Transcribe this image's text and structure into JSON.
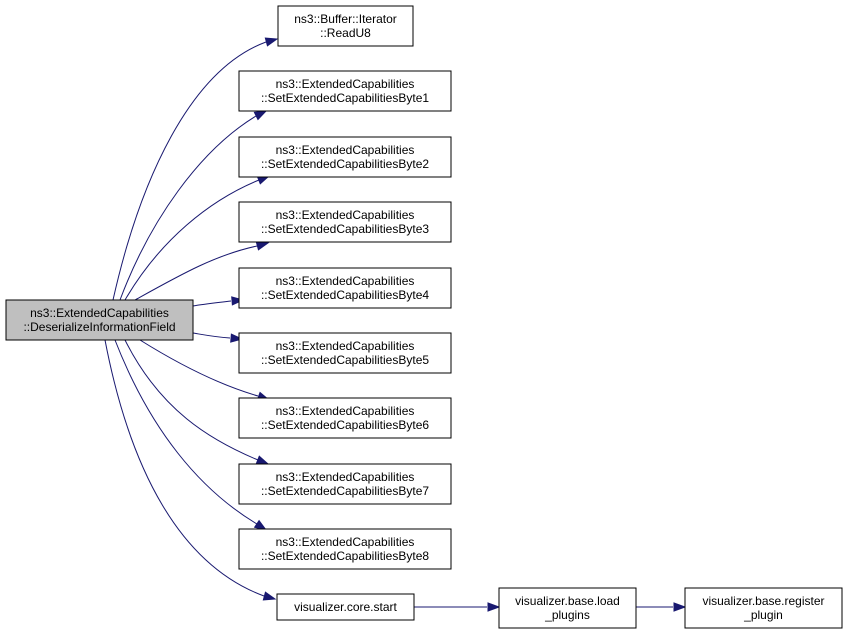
{
  "colors": {
    "node_fill": "#ffffff",
    "root_fill": "#bfbfbf",
    "node_stroke": "#000000",
    "edge": "#191970"
  },
  "nodes": {
    "root": {
      "lines": [
        "ns3::ExtendedCapabilities",
        "::DeserializeInformationField"
      ]
    },
    "read_u8": {
      "lines": [
        "ns3::Buffer::Iterator",
        "::ReadU8"
      ]
    },
    "set_byte1": {
      "lines": [
        "ns3::ExtendedCapabilities",
        "::SetExtendedCapabilitiesByte1"
      ]
    },
    "set_byte2": {
      "lines": [
        "ns3::ExtendedCapabilities",
        "::SetExtendedCapabilitiesByte2"
      ]
    },
    "set_byte3": {
      "lines": [
        "ns3::ExtendedCapabilities",
        "::SetExtendedCapabilitiesByte3"
      ]
    },
    "set_byte4": {
      "lines": [
        "ns3::ExtendedCapabilities",
        "::SetExtendedCapabilitiesByte4"
      ]
    },
    "set_byte5": {
      "lines": [
        "ns3::ExtendedCapabilities",
        "::SetExtendedCapabilitiesByte5"
      ]
    },
    "set_byte6": {
      "lines": [
        "ns3::ExtendedCapabilities",
        "::SetExtendedCapabilitiesByte6"
      ]
    },
    "set_byte7": {
      "lines": [
        "ns3::ExtendedCapabilities",
        "::SetExtendedCapabilitiesByte7"
      ]
    },
    "set_byte8": {
      "lines": [
        "ns3::ExtendedCapabilities",
        "::SetExtendedCapabilitiesByte8"
      ]
    },
    "core_start": {
      "lines": [
        "visualizer.core.start"
      ]
    },
    "load_plugins": {
      "lines": [
        "visualizer.base.load",
        "_plugins"
      ]
    },
    "register_plugin": {
      "lines": [
        "visualizer.base.register",
        "_plugin"
      ]
    }
  },
  "edges": [
    {
      "from": "root",
      "to": "read_u8"
    },
    {
      "from": "root",
      "to": "set_byte1"
    },
    {
      "from": "root",
      "to": "set_byte2"
    },
    {
      "from": "root",
      "to": "set_byte3"
    },
    {
      "from": "root",
      "to": "set_byte4"
    },
    {
      "from": "root",
      "to": "set_byte5"
    },
    {
      "from": "root",
      "to": "set_byte6"
    },
    {
      "from": "root",
      "to": "set_byte7"
    },
    {
      "from": "root",
      "to": "set_byte8"
    },
    {
      "from": "root",
      "to": "core_start"
    },
    {
      "from": "core_start",
      "to": "load_plugins"
    },
    {
      "from": "load_plugins",
      "to": "register_plugin"
    }
  ]
}
